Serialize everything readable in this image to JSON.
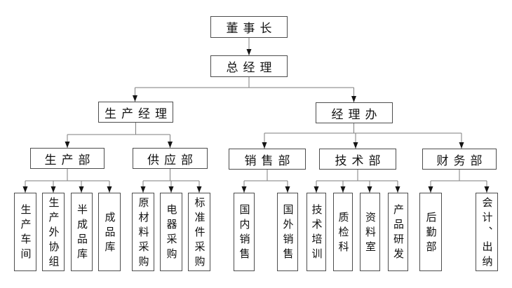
{
  "diagram": {
    "type": "org-chart",
    "background": "#ffffff",
    "line_color": "#7e7e7e",
    "arrow_color": "#151515",
    "box_border_color": "#4d4d4d",
    "text_color": "#111111",
    "nodes": {
      "chairman": {
        "label": "董事长",
        "level": 1
      },
      "general_manager": {
        "label": "总经理",
        "level": 2
      },
      "production_manager": {
        "label": "生产经理",
        "level": 3
      },
      "manager_office": {
        "label": "经理办",
        "level": 3
      },
      "production_dept": {
        "label": "生产部",
        "level": 4
      },
      "supply_dept": {
        "label": "供应部",
        "level": 4
      },
      "sales_dept": {
        "label": "销售部",
        "level": 4
      },
      "tech_dept": {
        "label": "技术部",
        "level": 4
      },
      "finance_dept": {
        "label": "财务部",
        "level": 4
      },
      "production_workshop": {
        "label": "生产车间",
        "level": 5
      },
      "production_outsourcing_group": {
        "label": "生产外协组",
        "level": 5
      },
      "semi_finished_goods_warehouse": {
        "label": "半成品库",
        "level": 5
      },
      "finished_goods_warehouse": {
        "label": "成品库",
        "level": 5
      },
      "raw_materials_purchasing": {
        "label": "原材料采购",
        "level": 5
      },
      "electrical_purchasing": {
        "label": "电器采购",
        "level": 5
      },
      "standard_parts_purchasing": {
        "label": "标准件采购",
        "level": 5
      },
      "domestic_sales": {
        "label": "国内销售",
        "level": 5
      },
      "overseas_sales": {
        "label": "国外销售",
        "level": 5
      },
      "technical_training": {
        "label": "技术培训",
        "level": 5
      },
      "quality_inspection_section": {
        "label": "质检科",
        "level": 5
      },
      "reference_room": {
        "label": "资料室",
        "level": 5
      },
      "product_rnd": {
        "label": "产品研发",
        "level": 5
      },
      "logistics_dept": {
        "label": "后勤部",
        "level": 5
      },
      "accounting_cashier": {
        "label": "会计、出纳",
        "level": 5
      }
    },
    "edges": [
      [
        "chairman",
        "general_manager"
      ],
      [
        "general_manager",
        "production_manager"
      ],
      [
        "general_manager",
        "manager_office"
      ],
      [
        "production_manager",
        "production_dept"
      ],
      [
        "production_manager",
        "supply_dept"
      ],
      [
        "manager_office",
        "sales_dept"
      ],
      [
        "manager_office",
        "tech_dept"
      ],
      [
        "manager_office",
        "finance_dept"
      ],
      [
        "production_dept",
        "production_workshop"
      ],
      [
        "production_dept",
        "production_outsourcing_group"
      ],
      [
        "production_dept",
        "semi_finished_goods_warehouse"
      ],
      [
        "production_dept",
        "finished_goods_warehouse"
      ],
      [
        "supply_dept",
        "raw_materials_purchasing"
      ],
      [
        "supply_dept",
        "electrical_purchasing"
      ],
      [
        "supply_dept",
        "standard_parts_purchasing"
      ],
      [
        "sales_dept",
        "domestic_sales"
      ],
      [
        "sales_dept",
        "overseas_sales"
      ],
      [
        "tech_dept",
        "technical_training"
      ],
      [
        "tech_dept",
        "quality_inspection_section"
      ],
      [
        "tech_dept",
        "reference_room"
      ],
      [
        "tech_dept",
        "product_rnd"
      ],
      [
        "finance_dept",
        "logistics_dept"
      ],
      [
        "finance_dept",
        "accounting_cashier"
      ]
    ]
  }
}
